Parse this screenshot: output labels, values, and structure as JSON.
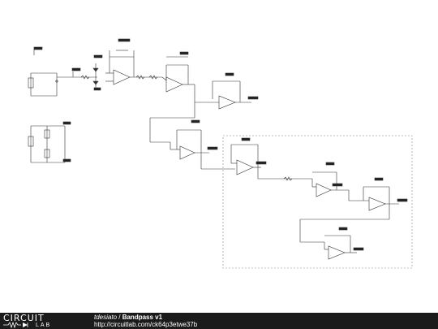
{
  "footer": {
    "logo_top": "CIRCUIT",
    "logo_bottom": "LAB",
    "author": "tdesiato",
    "separator": " / ",
    "title": "Bandpass v1",
    "url": "http://circuitlab.com/ck64p3etwe37b"
  },
  "colors": {
    "wire": "#333333",
    "footer_bg": "#1b1b1b",
    "selection_box": "#888888",
    "flag": "#222222"
  }
}
